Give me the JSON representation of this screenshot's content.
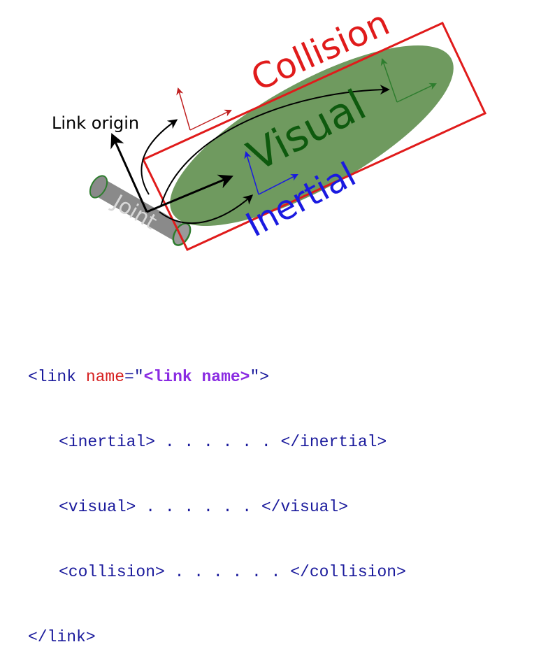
{
  "diagram": {
    "labels": {
      "link_origin": "Link origin",
      "joint": "Joint",
      "visual": "Visual",
      "collision": "Collision",
      "inertial": "Inertial"
    },
    "colors": {
      "collision": "#e01b1b",
      "visual_fill": "#6f9a5f",
      "visual_text": "#0e5a0e",
      "visual_axes": "#2e7d2e",
      "inertial": "#1a1ae0",
      "joint_fill": "#8a8a8a",
      "joint_rim": "#2e7d2e",
      "frame_axes": "#000000",
      "collision_axes": "#c02020"
    }
  },
  "code": {
    "line1_open": "<link ",
    "line1_attr": "name",
    "line1_eq": "=\"",
    "line1_val": "<link name>",
    "line1_close": "\">",
    "inertial_line": "<inertial> . . . . . . </inertial>",
    "visual_line": "<visual> . . . . . . </visual>",
    "collision_line": "<collision> . . . . . . </collision>",
    "close_line": "</link>"
  }
}
